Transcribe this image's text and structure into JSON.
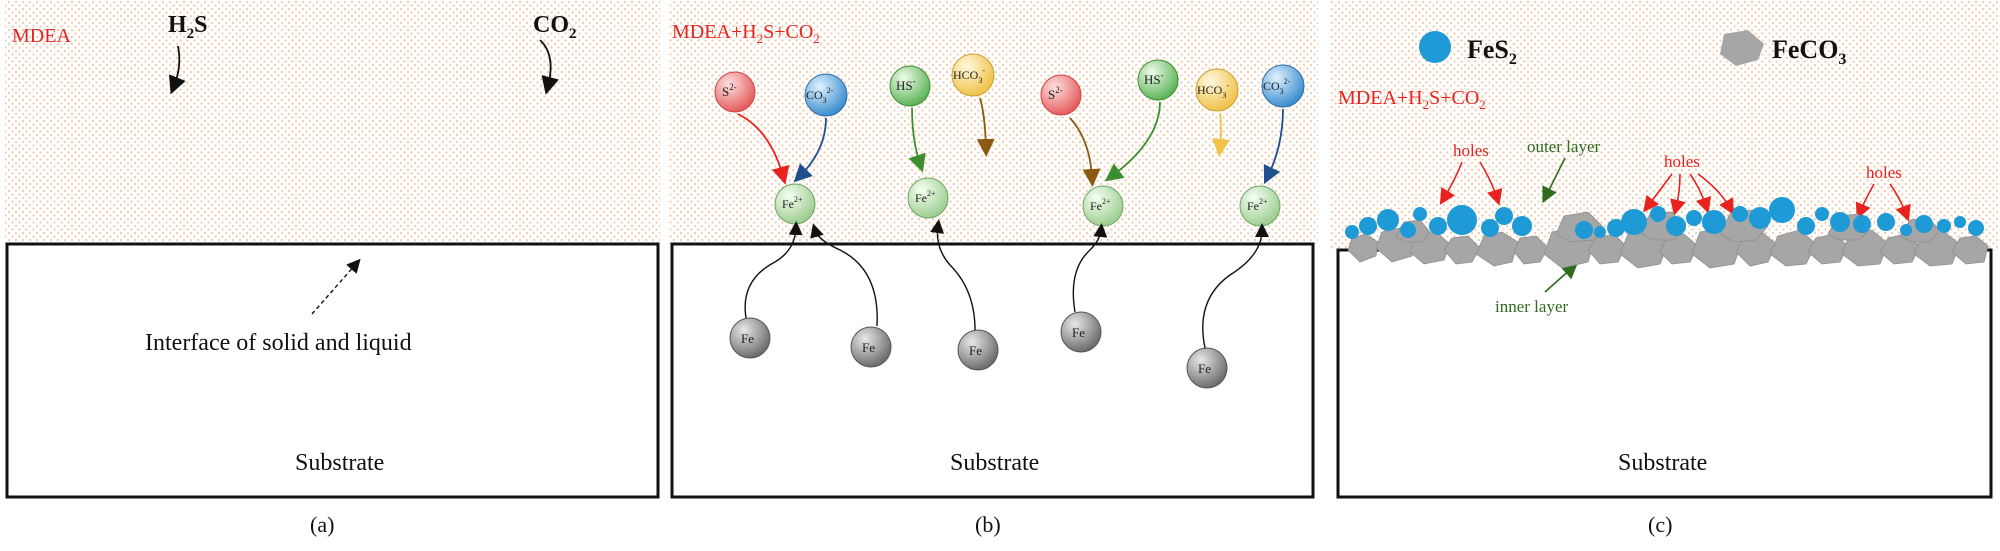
{
  "panels": {
    "a": {
      "caption": "(a)",
      "solution_label": "MDEA",
      "gas_h2s": [
        "H",
        "2",
        "S"
      ],
      "gas_co2": [
        "CO",
        "2"
      ],
      "interface_label": "Interface of solid and liquid",
      "substrate_label": "Substrate"
    },
    "b": {
      "caption": "(b)",
      "solution_label": [
        "MDEA+H",
        "2",
        "S+CO",
        "2"
      ],
      "substrate_label": "Substrate",
      "ions": {
        "s": [
          "S",
          "2-"
        ],
        "co3": [
          "CO",
          "3",
          "2-"
        ],
        "hs": [
          "HS",
          "-"
        ],
        "hco3": [
          "HCO",
          "3",
          "-"
        ],
        "fe2": [
          "Fe",
          "2+"
        ],
        "fe": "Fe"
      }
    },
    "c": {
      "caption": "(c)",
      "legend_fes2": [
        "FeS",
        "2"
      ],
      "legend_feco3": [
        "FeCO",
        "3"
      ],
      "solution_label": [
        "MDEA+H",
        "2",
        "S+CO",
        "2"
      ],
      "holes_label": "holes",
      "outer_layer_label": "outer layer",
      "inner_layer_label": "inner layer",
      "substrate_label": "Substrate"
    }
  },
  "colors": {
    "red_text": "#e8231f",
    "green_text": "#2f6b1e",
    "fes2_blue": "#1e9ad6",
    "feco3_gray": "#a6a6a6",
    "s2_red": "#f08a8a",
    "co3_blue": "#5aaee0",
    "hs_green": "#8fd08a",
    "hco3_yellow": "#f7d77a",
    "fe2_green": "#bfe3b4",
    "fe_gray": "#8a8a8a"
  }
}
